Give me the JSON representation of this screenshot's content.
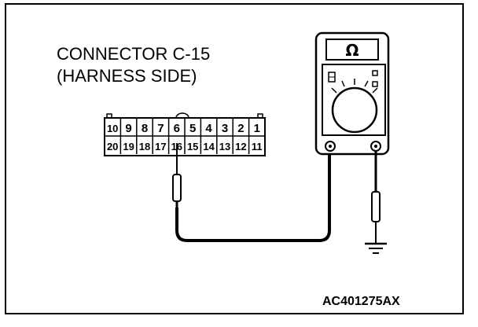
{
  "connector": {
    "title": "CONNECTOR C-15",
    "subtitle": "(HARNESS SIDE)",
    "top_row": [
      "10",
      "9",
      "8",
      "7",
      "6",
      "5",
      "4",
      "3",
      "2",
      "1"
    ],
    "bottom_row": [
      "20",
      "19",
      "18",
      "17",
      "16",
      "15",
      "14",
      "13",
      "12",
      "11"
    ],
    "probed_pin": "16"
  },
  "meter": {
    "symbol": "Ω"
  },
  "figure_code": "AC401275AX",
  "icons": [
    "ohmmeter-icon",
    "test-probe-icon",
    "ground-symbol-icon"
  ]
}
